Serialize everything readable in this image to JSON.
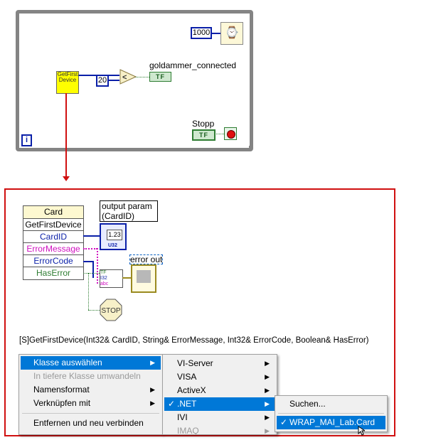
{
  "loop": {
    "iteration_label": "i",
    "wait_ms": "1000",
    "compare_constant": "20",
    "compare_op": "<",
    "node_label": "GetFirst Device",
    "indicator_label": "goldammer_connected",
    "indicator_type": "TF",
    "stop_label": "Stopp",
    "stop_type": "TF"
  },
  "node_detail": {
    "class": "Card",
    "method": "GetFirstDevice",
    "params": [
      "CardID",
      "ErrorMessage",
      "ErrorCode",
      "HasError"
    ],
    "output_label": "output param (CardID)",
    "output_value": "1.23",
    "output_type": "U32",
    "error_label": "error out",
    "bundle_types": [
      "TF",
      "I32",
      "abc"
    ],
    "stop_text": "STOP",
    "signature": "[S]GetFirstDevice(Int32& CardID, String& ErrorMessage, Int32& ErrorCode, Boolean& HasError)"
  },
  "menu1": [
    "Klasse auswählen",
    "In tiefere Klasse umwandeln",
    "Namensformat",
    "Verknüpfen mit",
    "Entfernen und neu verbinden"
  ],
  "menu2": [
    "VI-Server",
    "VISA",
    "ActiveX",
    ".NET",
    "IVI",
    "IMAQ"
  ],
  "menu3": [
    "Suchen...",
    "WRAP_MAI_Lab.Card"
  ],
  "check": "✓",
  "arrow": "▶"
}
